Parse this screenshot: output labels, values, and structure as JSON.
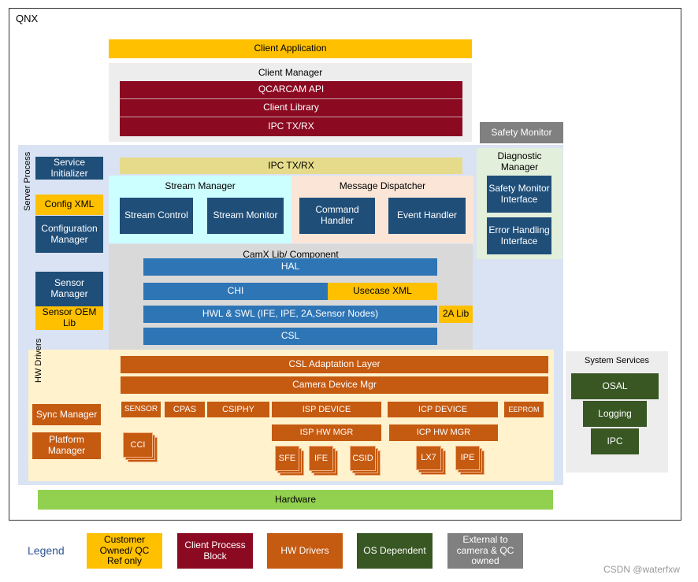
{
  "title": "QNX",
  "client_app": "Client Application",
  "client_manager": {
    "title": "Client Manager",
    "items": [
      "QCARCAM API",
      "Client Library",
      "IPC TX/RX"
    ]
  },
  "safety_monitor": "Safety Monitor",
  "server_process": {
    "title": "Server Process",
    "service_initializer": "Service Initializer",
    "config_xml": "Config XML",
    "configuration_manager": "Configuration Manager",
    "sensor_manager": "Sensor Manager",
    "sensor_oem_lib": "Sensor OEM Lib",
    "ipc": "IPC TX/RX",
    "stream_manager": {
      "title": "Stream Manager",
      "control": "Stream Control",
      "monitor": "Stream Monitor"
    },
    "message_dispatcher": {
      "title": "Message Dispatcher",
      "command_handler": "Command Handler",
      "event_handler": "Event Handler"
    },
    "camx": {
      "title": "CamX Lib/ Component",
      "hal": "HAL",
      "chi": "CHI",
      "usecase_xml": "Usecase XML",
      "hwl": "HWL & SWL (IFE, IPE, 2A,Sensor Nodes)",
      "lib2a": "2A Lib",
      "csl": "CSL"
    }
  },
  "diagnostic_manager": {
    "title": "Diagnostic Manager",
    "safety_interface": "Safety Monitor Interface",
    "error_interface": "Error Handling Interface"
  },
  "hw_drivers": {
    "title": "HW Drivers",
    "csl_adaptation": "CSL Adaptation Layer",
    "camera_device_mgr": "Camera Device Mgr",
    "sync_manager": "Sync Manager",
    "platform_manager": "Platform Manager",
    "sensor": "SENSOR",
    "cpas": "CPAS",
    "csiphy": "CSIPHY",
    "isp_device": "ISP DEVICE",
    "icp_device": "ICP DEVICE",
    "eeprom": "EEPROM",
    "isp_hw_mgr": "ISP HW MGR",
    "icp_hw_mgr": "ICP HW MGR",
    "cci": "CCI",
    "sfe": "SFE",
    "ife": "IFE",
    "csid": "CSID",
    "lx7": "LX7",
    "ipe": "IPE"
  },
  "system_services": {
    "title": "System Services",
    "osal": "OSAL",
    "logging": "Logging",
    "ipc": "IPC"
  },
  "hardware": "Hardware",
  "legend": {
    "label": "Legend",
    "items": [
      {
        "text": "Customer Owned/ QC Ref only",
        "color": "#FFC000"
      },
      {
        "text": "Client Process Block",
        "color": "#8B0A22"
      },
      {
        "text": "HW Drivers",
        "color": "#C55A11"
      },
      {
        "text": "OS Dependent",
        "color": "#385723"
      },
      {
        "text": "External to camera & QC owned",
        "color": "#808080"
      }
    ]
  },
  "watermark": "CSDN @waterfxw"
}
